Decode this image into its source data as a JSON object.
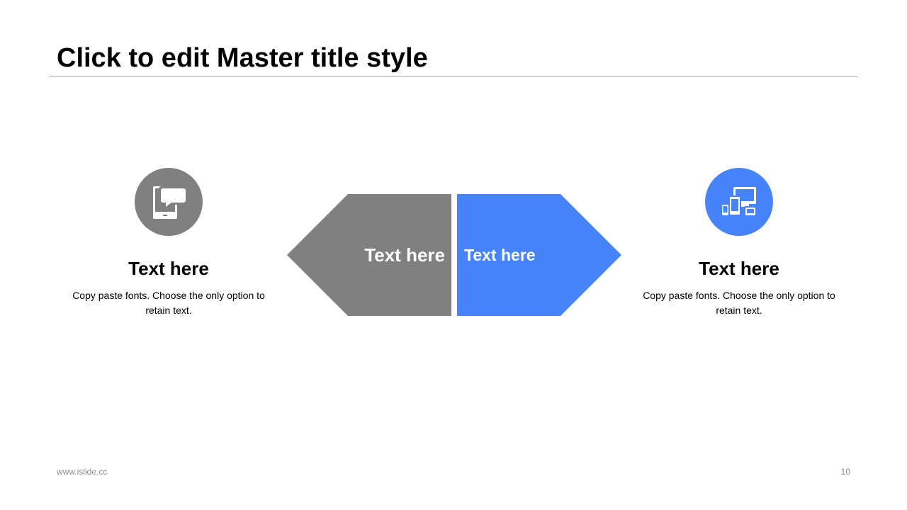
{
  "slide": {
    "title": "Click to edit Master title style",
    "footer_url": "www.islide.cc",
    "page_number": "10"
  },
  "colors": {
    "gray": "#808080",
    "blue": "#4784fc",
    "rule": "#a6a6a6",
    "footer_text": "#8c8c8c"
  },
  "left_item": {
    "icon": "tablet-chat-icon",
    "heading": "Text here",
    "body": "Copy paste fonts. Choose the only option to retain text."
  },
  "right_item": {
    "icon": "multi-device-icon",
    "heading": "Text here",
    "body": "Copy paste fonts. Choose the only option to retain text."
  },
  "arrows": {
    "left_label": "Text here",
    "right_label": "Text here"
  }
}
